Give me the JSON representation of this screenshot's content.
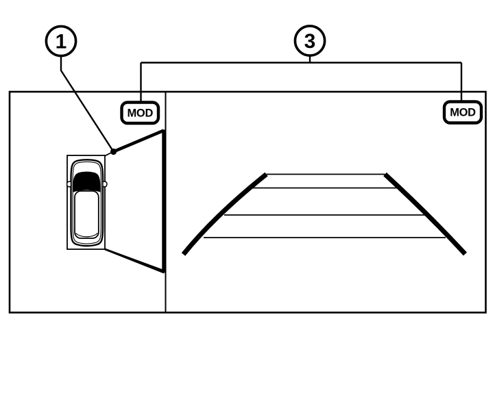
{
  "callouts": {
    "one": "1",
    "three": "3"
  },
  "badges": {
    "left": "MOD",
    "right": "MOD"
  },
  "colors": {
    "line": "#000000",
    "background": "#ffffff"
  }
}
